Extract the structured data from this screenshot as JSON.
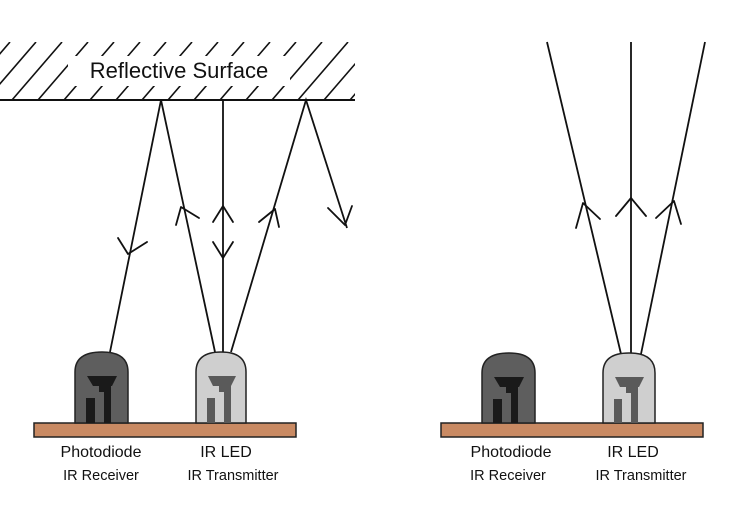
{
  "surface": {
    "label": "Reflective Surface"
  },
  "left_panel": {
    "receiver": {
      "name": "Photodiode",
      "role": "IR Receiver"
    },
    "transmitter": {
      "name": "IR LED",
      "role": "IR Transmitter"
    }
  },
  "right_panel": {
    "receiver": {
      "name": "Photodiode",
      "role": "IR Receiver"
    },
    "transmitter": {
      "name": "IR LED",
      "role": "IR Transmitter"
    }
  },
  "colors": {
    "board": "#c98a63",
    "photodiode_body": "#5e5e5e",
    "photodiode_inner": "#1a1a1a",
    "led_body": "#cfcfcf",
    "led_inner": "#5a5a5a",
    "ink": "#111111"
  }
}
